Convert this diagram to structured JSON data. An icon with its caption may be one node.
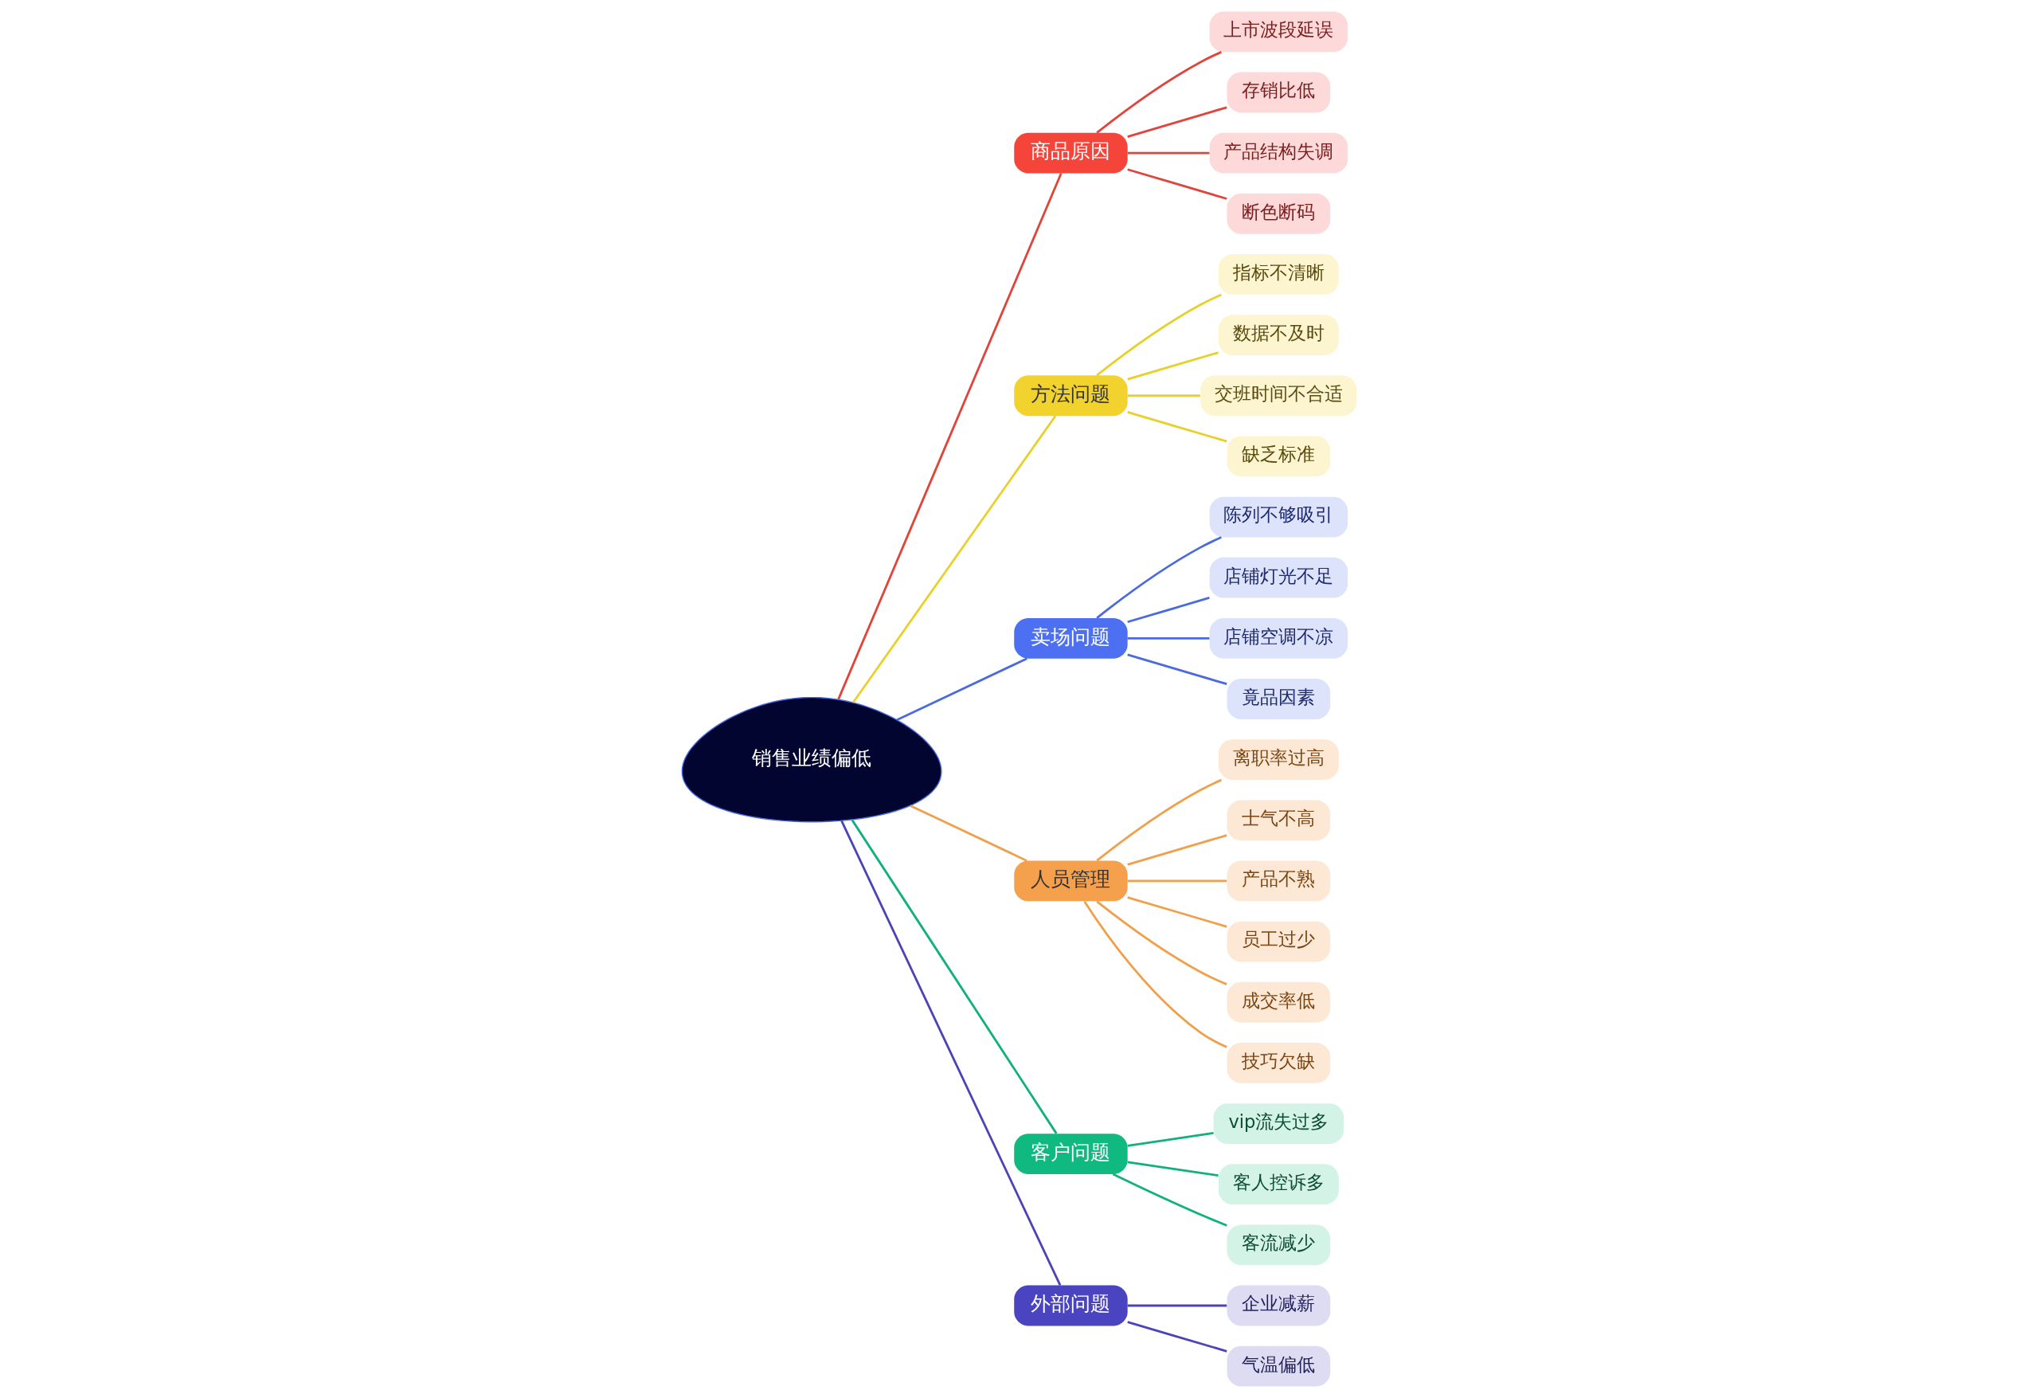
{
  "diagram": {
    "nodes": [
      {
        "text": [
          "销售业绩偏低"
        ]
      },
      {
        "text": [
          "商品原因"
        ]
      },
      {
        "text": [
          "上市波段延误"
        ]
      },
      {
        "text": [
          "存销比低"
        ]
      },
      {
        "text": [
          "产品结构失调"
        ]
      },
      {
        "text": [
          "断色断码"
        ]
      },
      {
        "text": [
          "方法问题"
        ]
      },
      {
        "text": [
          "指标不清晰"
        ]
      },
      {
        "text": [
          "数据不及时"
        ]
      },
      {
        "text": [
          "交班时间不合适"
        ]
      },
      {
        "text": [
          "缺乏标准"
        ]
      },
      {
        "text": [
          "卖场问题"
        ]
      },
      {
        "text": [
          "陈列不够吸引"
        ]
      },
      {
        "text": [
          "店铺灯光不足"
        ]
      },
      {
        "text": [
          "店铺空调不凉"
        ]
      },
      {
        "text": [
          "竟品因素"
        ]
      },
      {
        "text": [
          "人员管理"
        ]
      },
      {
        "text": [
          "离职率过高"
        ]
      },
      {
        "text": [
          "士气不高"
        ]
      },
      {
        "text": [
          "产品不熟"
        ]
      },
      {
        "text": [
          "员工过少"
        ]
      },
      {
        "text": [
          "成交率低"
        ]
      },
      {
        "text": [
          "技巧欠缺"
        ]
      },
      {
        "text": [
          "客户问题"
        ]
      },
      {
        "text": [
          "vip流失过多"
        ]
      },
      {
        "text": [
          "客人控诉多"
        ]
      },
      {
        "text": [
          "客流减少"
        ]
      },
      {
        "text": [
          "外部问题"
        ]
      },
      {
        "text": [
          "企业减薪"
        ]
      },
      {
        "text": [
          "气温偏低"
        ]
      }
    ],
    "edges": [
      {
        "from": 0,
        "to": 1,
        "arrow": "none",
        "color": "#e0443a"
      },
      {
        "from": 1,
        "to": 2,
        "arrow": "none",
        "color": "#e0443a"
      },
      {
        "from": 1,
        "to": 3,
        "arrow": "none",
        "color": "#e0443a"
      },
      {
        "from": 1,
        "to": 4,
        "arrow": "none",
        "color": "#e0443a"
      },
      {
        "from": 1,
        "to": 5,
        "arrow": "none",
        "color": "#e0443a"
      },
      {
        "from": 0,
        "to": 6,
        "arrow": "none",
        "color": "#e8d02a"
      },
      {
        "from": 6,
        "to": 7,
        "arrow": "none",
        "color": "#e8d02a"
      },
      {
        "from": 6,
        "to": 8,
        "arrow": "none",
        "color": "#e8d02a"
      },
      {
        "from": 6,
        "to": 9,
        "arrow": "none",
        "color": "#e8d02a"
      },
      {
        "from": 6,
        "to": 10,
        "arrow": "none",
        "color": "#e8d02a"
      },
      {
        "from": 0,
        "to": 11,
        "arrow": "none",
        "color": "#4a6ae0"
      },
      {
        "from": 11,
        "to": 12,
        "arrow": "none",
        "color": "#4a6ae0"
      },
      {
        "from": 11,
        "to": 13,
        "arrow": "none",
        "color": "#4a6ae0"
      },
      {
        "from": 11,
        "to": 14,
        "arrow": "none",
        "color": "#4a6ae0"
      },
      {
        "from": 11,
        "to": 15,
        "arrow": "none",
        "color": "#4a6ae0"
      },
      {
        "from": 0,
        "to": 16,
        "arrow": "none",
        "color": "#f0a04a"
      },
      {
        "from": 16,
        "to": 17,
        "arrow": "none",
        "color": "#f0a04a"
      },
      {
        "from": 16,
        "to": 18,
        "arrow": "none",
        "color": "#f0a04a"
      },
      {
        "from": 16,
        "to": 19,
        "arrow": "none",
        "color": "#f0a04a"
      },
      {
        "from": 16,
        "to": 20,
        "arrow": "none",
        "color": "#f0a04a"
      },
      {
        "from": 16,
        "to": 21,
        "arrow": "none",
        "color": "#f0a04a"
      },
      {
        "from": 16,
        "to": 22,
        "arrow": "none",
        "color": "#f0a04a"
      },
      {
        "from": 0,
        "to": 23,
        "arrow": "none",
        "color": "#12b07e"
      },
      {
        "from": 23,
        "to": 24,
        "arrow": "none",
        "color": "#12b07e"
      },
      {
        "from": 23,
        "to": 25,
        "arrow": "none",
        "color": "#12b07e"
      },
      {
        "from": 23,
        "to": 26,
        "arrow": "none",
        "color": "#12b07e"
      },
      {
        "from": 0,
        "to": 27,
        "arrow": "none",
        "color": "#4b44b8"
      },
      {
        "from": 27,
        "to": 28,
        "arrow": "none",
        "color": "#4b44b8"
      },
      {
        "from": 27,
        "to": 29,
        "arrow": "none",
        "color": "#4b44b8"
      }
    ]
  }
}
